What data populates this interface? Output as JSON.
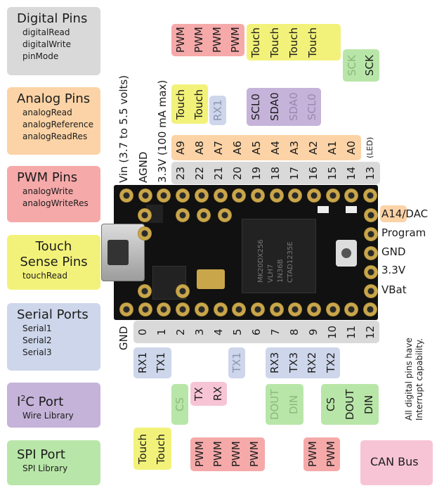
{
  "legend": {
    "digital": {
      "title": "Digital Pins",
      "items": [
        "digitalRead",
        "digitalWrite",
        "pinMode"
      ],
      "color": "#d9d9d9"
    },
    "analog": {
      "title": "Analog Pins",
      "items": [
        "analogRead",
        "analogReference",
        "analogReadRes"
      ],
      "color": "#fbd3a6"
    },
    "pwm": {
      "title": "PWM Pins",
      "items": [
        "analogWrite",
        "analogWriteRes"
      ],
      "color": "#f6a9a9"
    },
    "touch": {
      "title": "Touch Sense Pins",
      "items": [
        "touchRead"
      ],
      "color": "#f2f27a"
    },
    "serial": {
      "title": "Serial Ports",
      "items": [
        "Serial1",
        "Serial2",
        "Serial3"
      ],
      "color": "#cdd6ea"
    },
    "i2c": {
      "title_main": "I",
      "title_sup": "2",
      "title_rest": "C Port",
      "items": [
        "Wire Library"
      ],
      "color": "#c5b3d9"
    },
    "spi": {
      "title": "SPI Port",
      "items": [
        "SPI Library"
      ],
      "color": "#b8e6a8"
    }
  },
  "top": {
    "power_labels": [
      "Vin  (3.7 to 5.5 volts)",
      "AGND",
      "3.3V (100 mA max)"
    ],
    "pin_numbers": [
      "23",
      "22",
      "21",
      "20",
      "19",
      "18",
      "17",
      "16",
      "15",
      "14",
      "13"
    ],
    "analog": [
      "A9",
      "A8",
      "A7",
      "A6",
      "A5",
      "A4",
      "A3",
      "A2",
      "A1",
      "A0"
    ],
    "led": "(LED)",
    "pwm": [
      "PWM",
      "PWM",
      "PWM",
      "PWM"
    ],
    "touch_top": [
      "Touch",
      "Touch",
      "Touch",
      "Touch"
    ],
    "sck": [
      "SCK",
      "SCK"
    ],
    "touch_mid": [
      "Touch",
      "Touch"
    ],
    "rx1": "RX1",
    "scl0": "SCL0",
    "sda0": "SDA0",
    "sda0b": "SDA0",
    "scl0b": "SCL0"
  },
  "right": {
    "labels": [
      "A14/DAC",
      "Program",
      "GND",
      "3.3V",
      "VBat"
    ]
  },
  "bottom": {
    "gnd": "GND",
    "pin_numbers": [
      "0",
      "1",
      "2",
      "3",
      "4",
      "5",
      "6",
      "7",
      "8",
      "9",
      "10",
      "11",
      "12"
    ],
    "rx1": "RX1",
    "tx1": "TX1",
    "tx1b": "TX1",
    "rx3": "RX3",
    "tx3": "TX3",
    "rx2": "RX2",
    "tx2": "TX2",
    "cs": "CS",
    "tx": "TX",
    "rx": "RX",
    "dout": "DOUT",
    "din": "DIN",
    "cs2": "CS",
    "dout2": "DOUT",
    "din2": "DIN",
    "touch": [
      "Touch",
      "Touch"
    ],
    "pwm_a": [
      "PWM",
      "PWM",
      "PWM",
      "PWM"
    ],
    "pwm_b": [
      "PWM",
      "PWM"
    ],
    "can": "CAN Bus",
    "note": [
      "All digital pins have",
      "Interrupt capability."
    ]
  },
  "chip_text": [
    "MK20DX256",
    "VLH7",
    "1N36B",
    "CTAD1235E"
  ]
}
